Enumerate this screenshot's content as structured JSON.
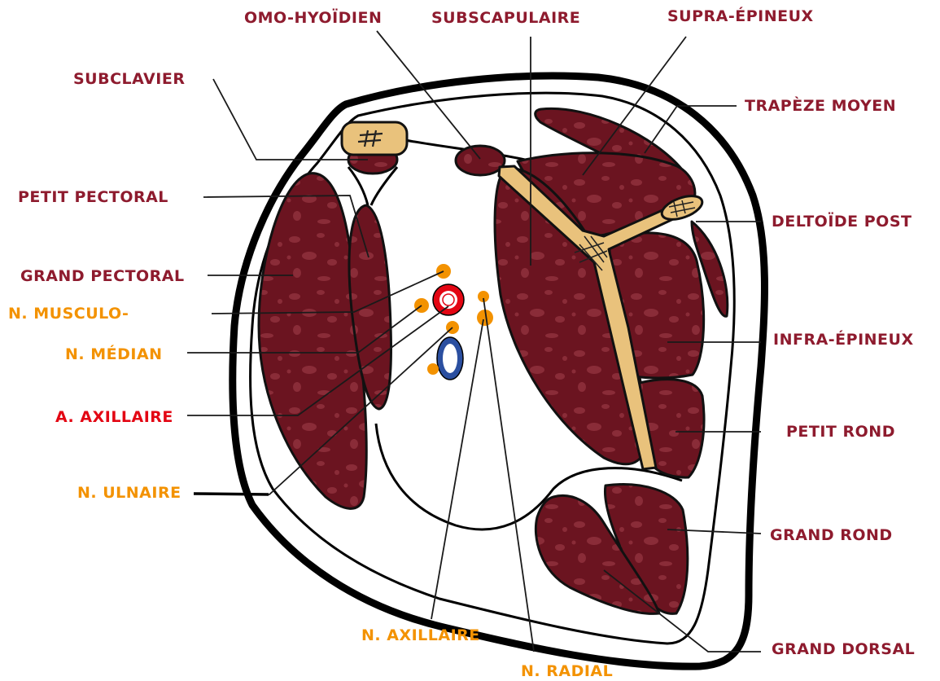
{
  "labels": {
    "omo_hyoidien": "OMO-HYOÏDIEN",
    "subscapulaire": "SUBSCAPULAIRE",
    "supra_epineux": "SUPRA-ÉPINEUX",
    "subclavier": "SUBCLAVIER",
    "trapeze_moyen": "TRAPÈZE MOYEN",
    "petit_pectoral": "PETIT PECTORAL",
    "deltoide_post": "DELTOÏDE POST",
    "grand_pectoral": "GRAND PECTORAL",
    "n_musculo": "N. MUSCULO-",
    "infra_epineux": "INFRA-ÉPINEUX",
    "n_median": "N. MÉDIAN",
    "a_axillaire": "A. AXILLAIRE",
    "petit_rond": "PETIT ROND",
    "n_ulnaire": "N. ULNAIRE",
    "grand_rond": "GRAND ROND",
    "n_axillaire": "N. AXILLAIRE",
    "grand_dorsal": "GRAND DORSAL",
    "n_radial": "N. RADIAL"
  },
  "colors": {
    "muscle": "#6b1420",
    "muscle_spot": "#8a2c38",
    "muscle_label": "#8e1b2e",
    "nerve": "#f39200",
    "artery": "#e30613",
    "bone": "#e9c27c",
    "vein": "#2b4fa0"
  }
}
